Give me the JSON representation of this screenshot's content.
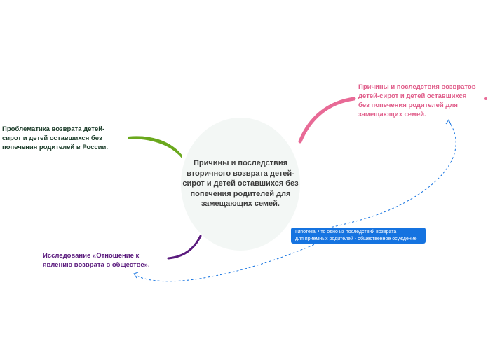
{
  "central": {
    "line1": "Причины и последствия",
    "line2": "вторичного возврата детей-",
    "line3": "сирот и детей оставшихся без",
    "line4": "попечения родителей для",
    "line5": "замещающих семей."
  },
  "branches": {
    "left": {
      "line1": "Проблематика возврата детей-",
      "line2": "сирот и детей оставшихся без",
      "line3": "попечения родителей в России.",
      "color": "#6aa81d"
    },
    "pink": {
      "line1": "Причины и последствия возвратов",
      "line2": "детей-сирот и детей оставшихся",
      "line3": "без попечения родителей для",
      "line4": "замещающих семей.",
      "color": "#e86a96"
    },
    "purple": {
      "line1": "Исследование «Отношение к",
      "line2": "явлению возврата в обществе».",
      "color": "#5a1a7d"
    }
  },
  "hypothesis": {
    "line1": "Гипотеза, что одно из последствий возврата",
    "line2": "для приемных родителей - общественное осуждение",
    "color": "#1573e0"
  }
}
